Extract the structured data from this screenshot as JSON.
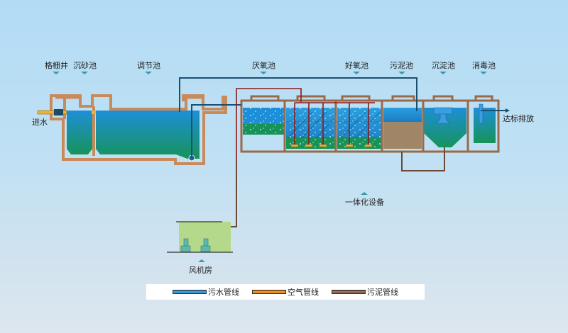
{
  "labels": {
    "grille_well": "格栅井",
    "grit_tank": "沉砂池",
    "equalization_tank": "调节池",
    "anaerobic_tank": "厌氧池",
    "aerobic_tank": "好氧池",
    "sludge_tank": "污泥池",
    "sedimentation_tank": "沉淀池",
    "disinfection_tank": "消毒池",
    "inlet": "进水",
    "discharge": "达标排放",
    "blower_room": "风机房",
    "integrated_equipment": "一体化设备"
  },
  "legend": [
    {
      "label": "污水管线",
      "color": "#2a8fd6"
    },
    {
      "label": "空气管线",
      "color": "#f08a10"
    },
    {
      "label": "污泥管线",
      "color": "#7a5546"
    }
  ],
  "colors": {
    "wall": "#c98a5a",
    "wall_stroke": "#7a4a2a",
    "water_top": "#1d8fd8",
    "water_bottom": "#1a9a5a",
    "sewage_pipe": "#1b4f72",
    "air_pipe": "#8b1a1a",
    "sludge_pipe": "#6b4a35",
    "sludge": "#a08666",
    "blower_room": "#b5d98a"
  }
}
